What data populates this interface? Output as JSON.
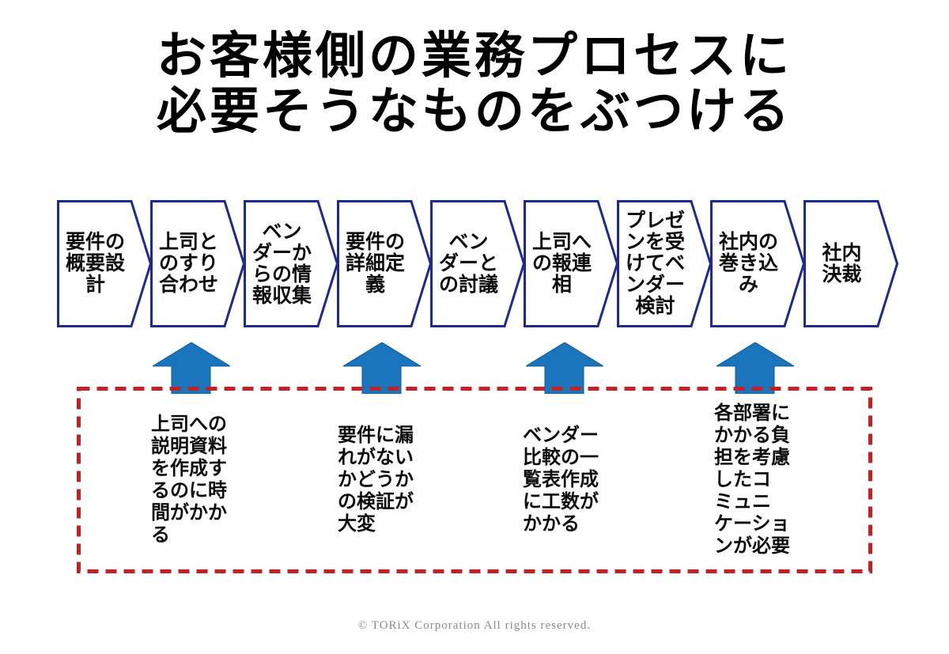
{
  "title": "お客様側の業務プロセスに\n必要そうなものをぶつける",
  "process": {
    "steps": [
      {
        "label": "要件の\n概要設\n計"
      },
      {
        "label": "上司と\nのすり\n合わせ"
      },
      {
        "label": "ベン\nダーか\nらの情\n報収集"
      },
      {
        "label": "要件の\n詳細定\n義"
      },
      {
        "label": "ベン\nダーと\nの討議"
      },
      {
        "label": "上司へ\nの報連\n相"
      },
      {
        "label": "プレゼ\nンを受\nけてベ\nンダー\n検討"
      },
      {
        "label": "社内の\n巻き込\nみ"
      },
      {
        "label": "社内\n決裁"
      }
    ]
  },
  "pain_points": {
    "items": [
      {
        "text": "上司への\n説明資料\nを作成す\nるのに時\n間がかか\nる"
      },
      {
        "text": "要件に漏\nれがない\nかどうか\nの検証が\n大変"
      },
      {
        "text": "ベンダー\n比較の一\n覧表作成\nに工数が\nかかる"
      },
      {
        "text": "各部署に\nかかる負\n担を考慮\nしたコ\nミュニ\nケーショ\nンが必要"
      }
    ]
  },
  "icons": {
    "up_arrow": "up-arrow"
  },
  "colors": {
    "step_border": "#1e2a8e",
    "arrow_blue": "#1b75bc",
    "box_red": "#c42127",
    "text_black": "#000000",
    "footer_gray": "#8a8a8a"
  },
  "footer": {
    "copyright": "© TORiX Corporation All rights reserved."
  }
}
